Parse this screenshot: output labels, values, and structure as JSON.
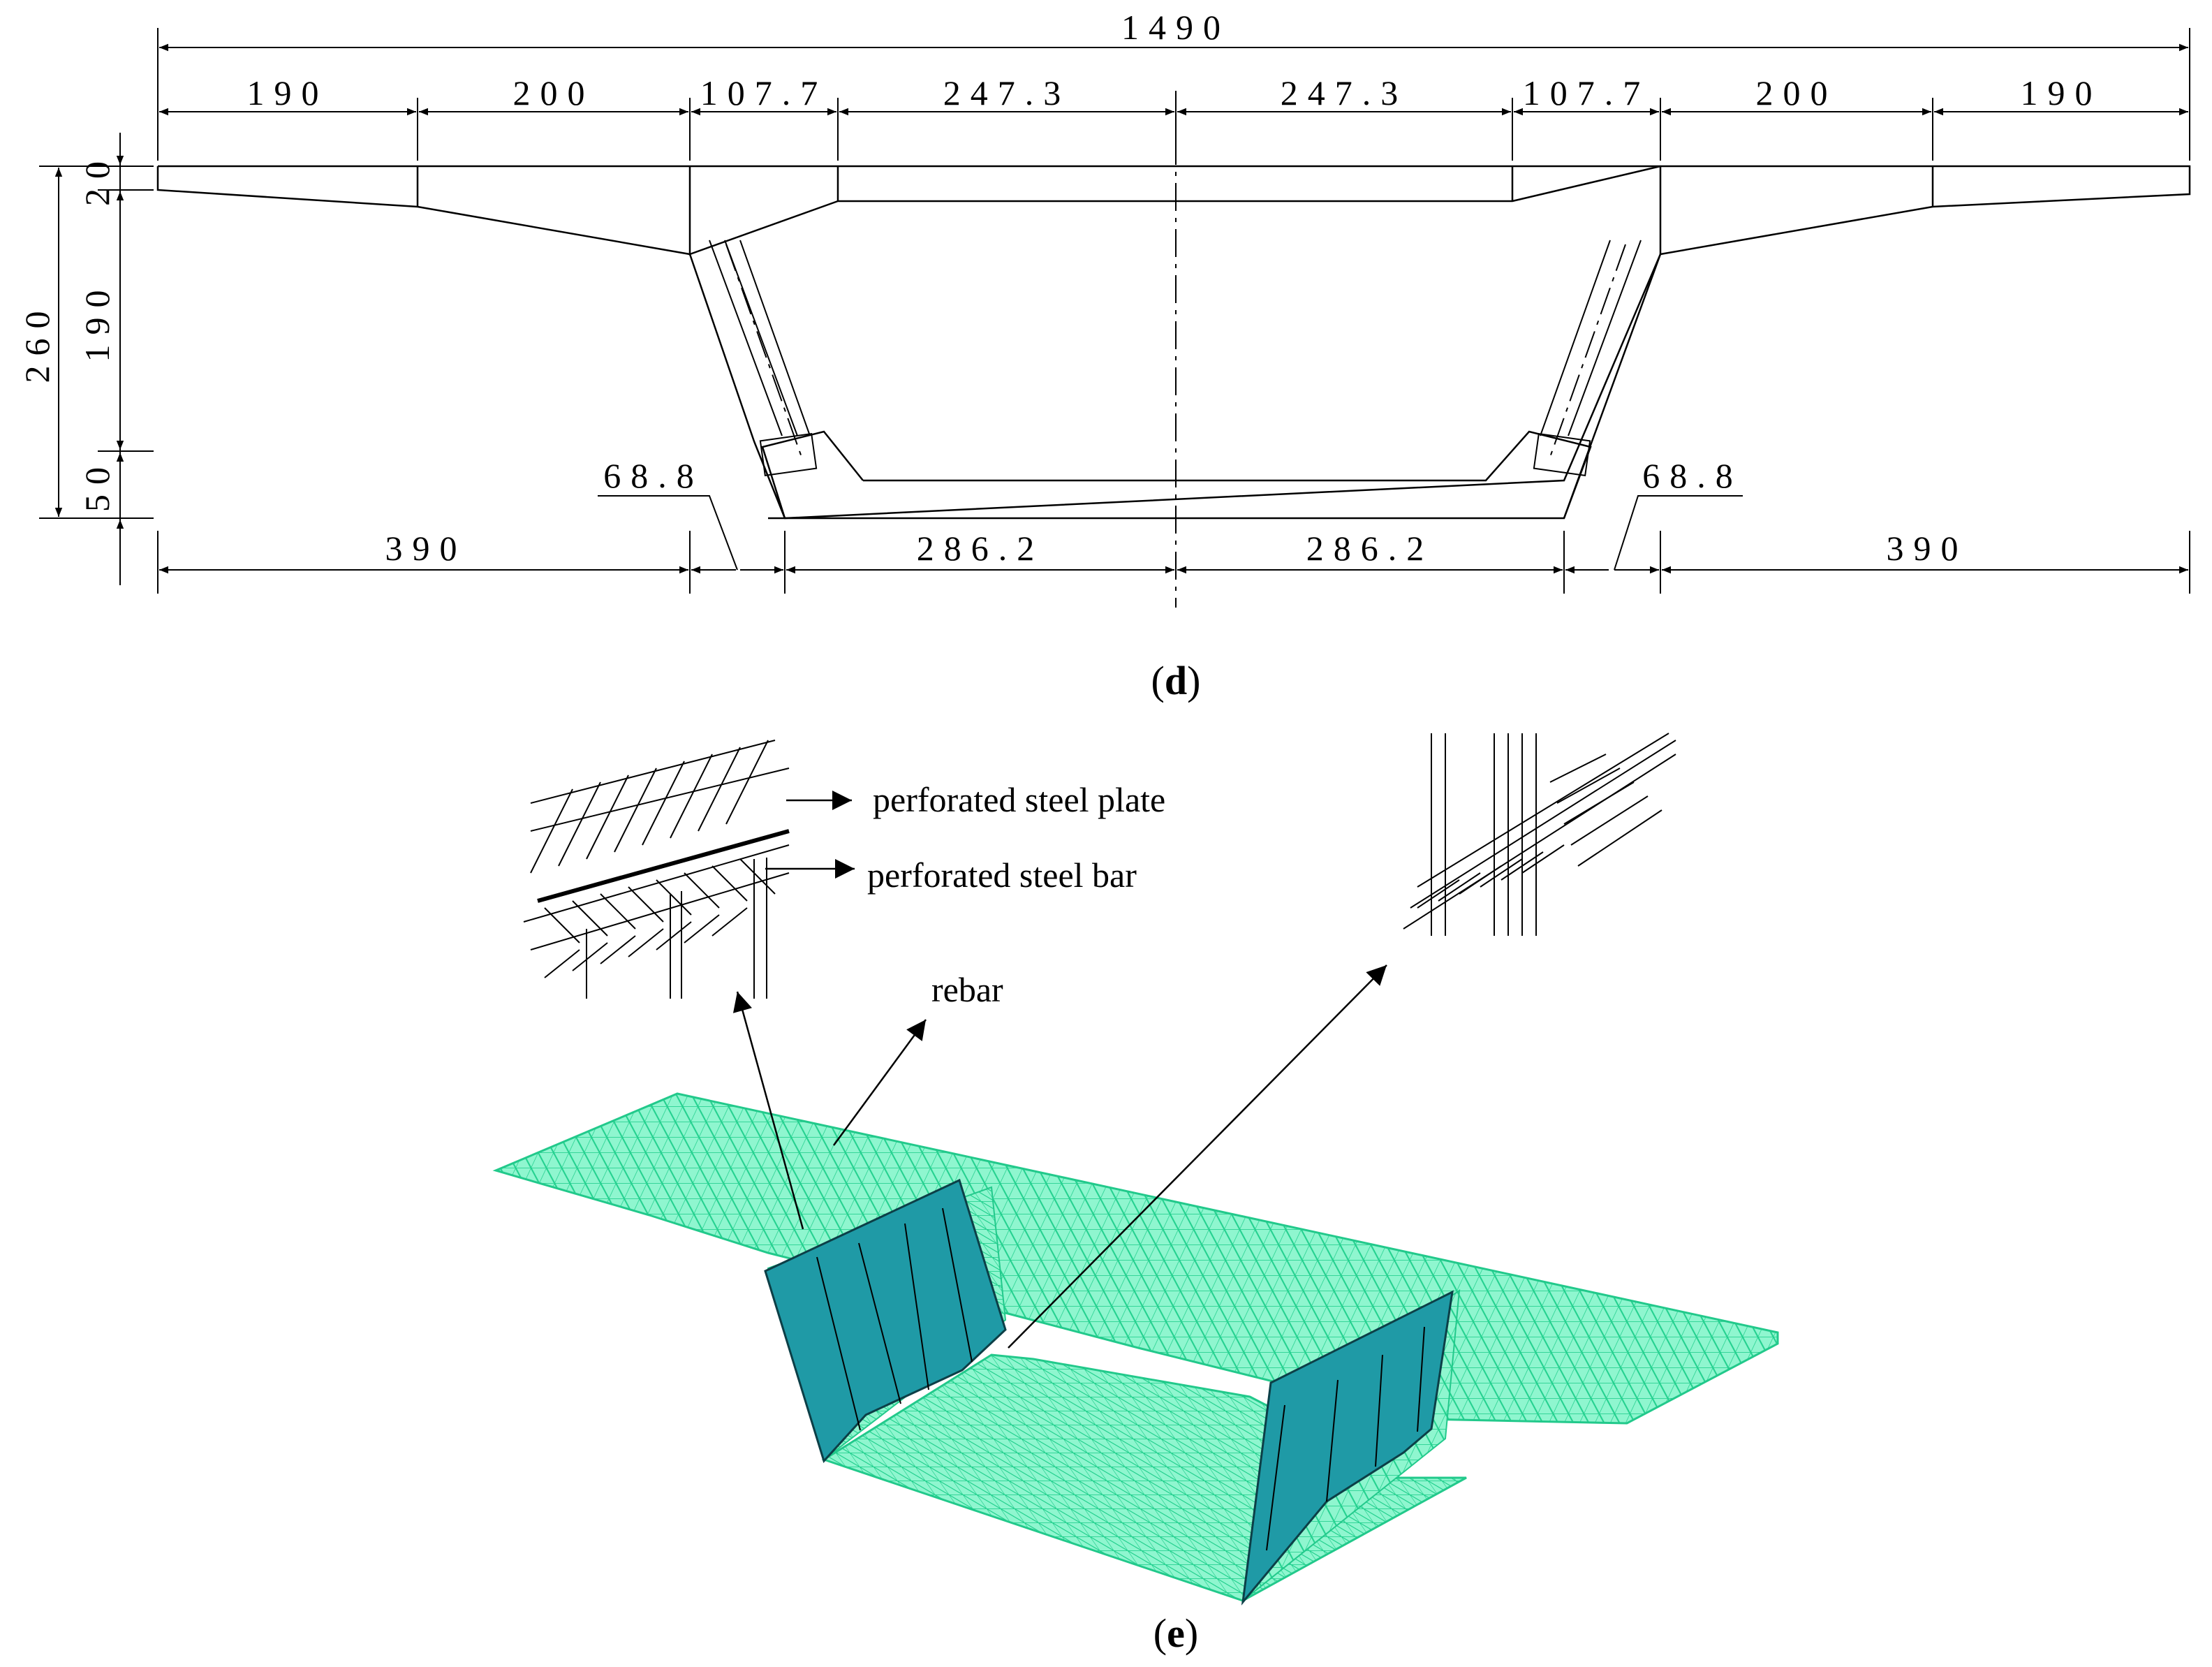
{
  "panel_d": {
    "label_open": "(",
    "label_letter": "d",
    "label_close": ")",
    "dims": {
      "overall": "1490",
      "top_1": "190",
      "top_2": "200",
      "top_3": "107.7",
      "top_4": "247.3",
      "top_5": "247.3",
      "top_6": "107.7",
      "top_7": "200",
      "top_8": "190",
      "vert_total": "260",
      "vert_top": "20",
      "vert_web": "190",
      "vert_bottom": "50",
      "bottom_1": "390",
      "bottom_2": "286.2",
      "bottom_3": "286.2",
      "bottom_4": "390",
      "leader_left": "68.8",
      "leader_right": "68.8"
    }
  },
  "panel_e": {
    "label_open": "(",
    "label_letter": "e",
    "label_close": ")",
    "labels": {
      "plate": "perforated steel plate",
      "bar": "perforated steel bar",
      "rebar": "rebar"
    }
  },
  "colors": {
    "mesh": "#35e6a6",
    "plate": "#1f9aa6"
  }
}
